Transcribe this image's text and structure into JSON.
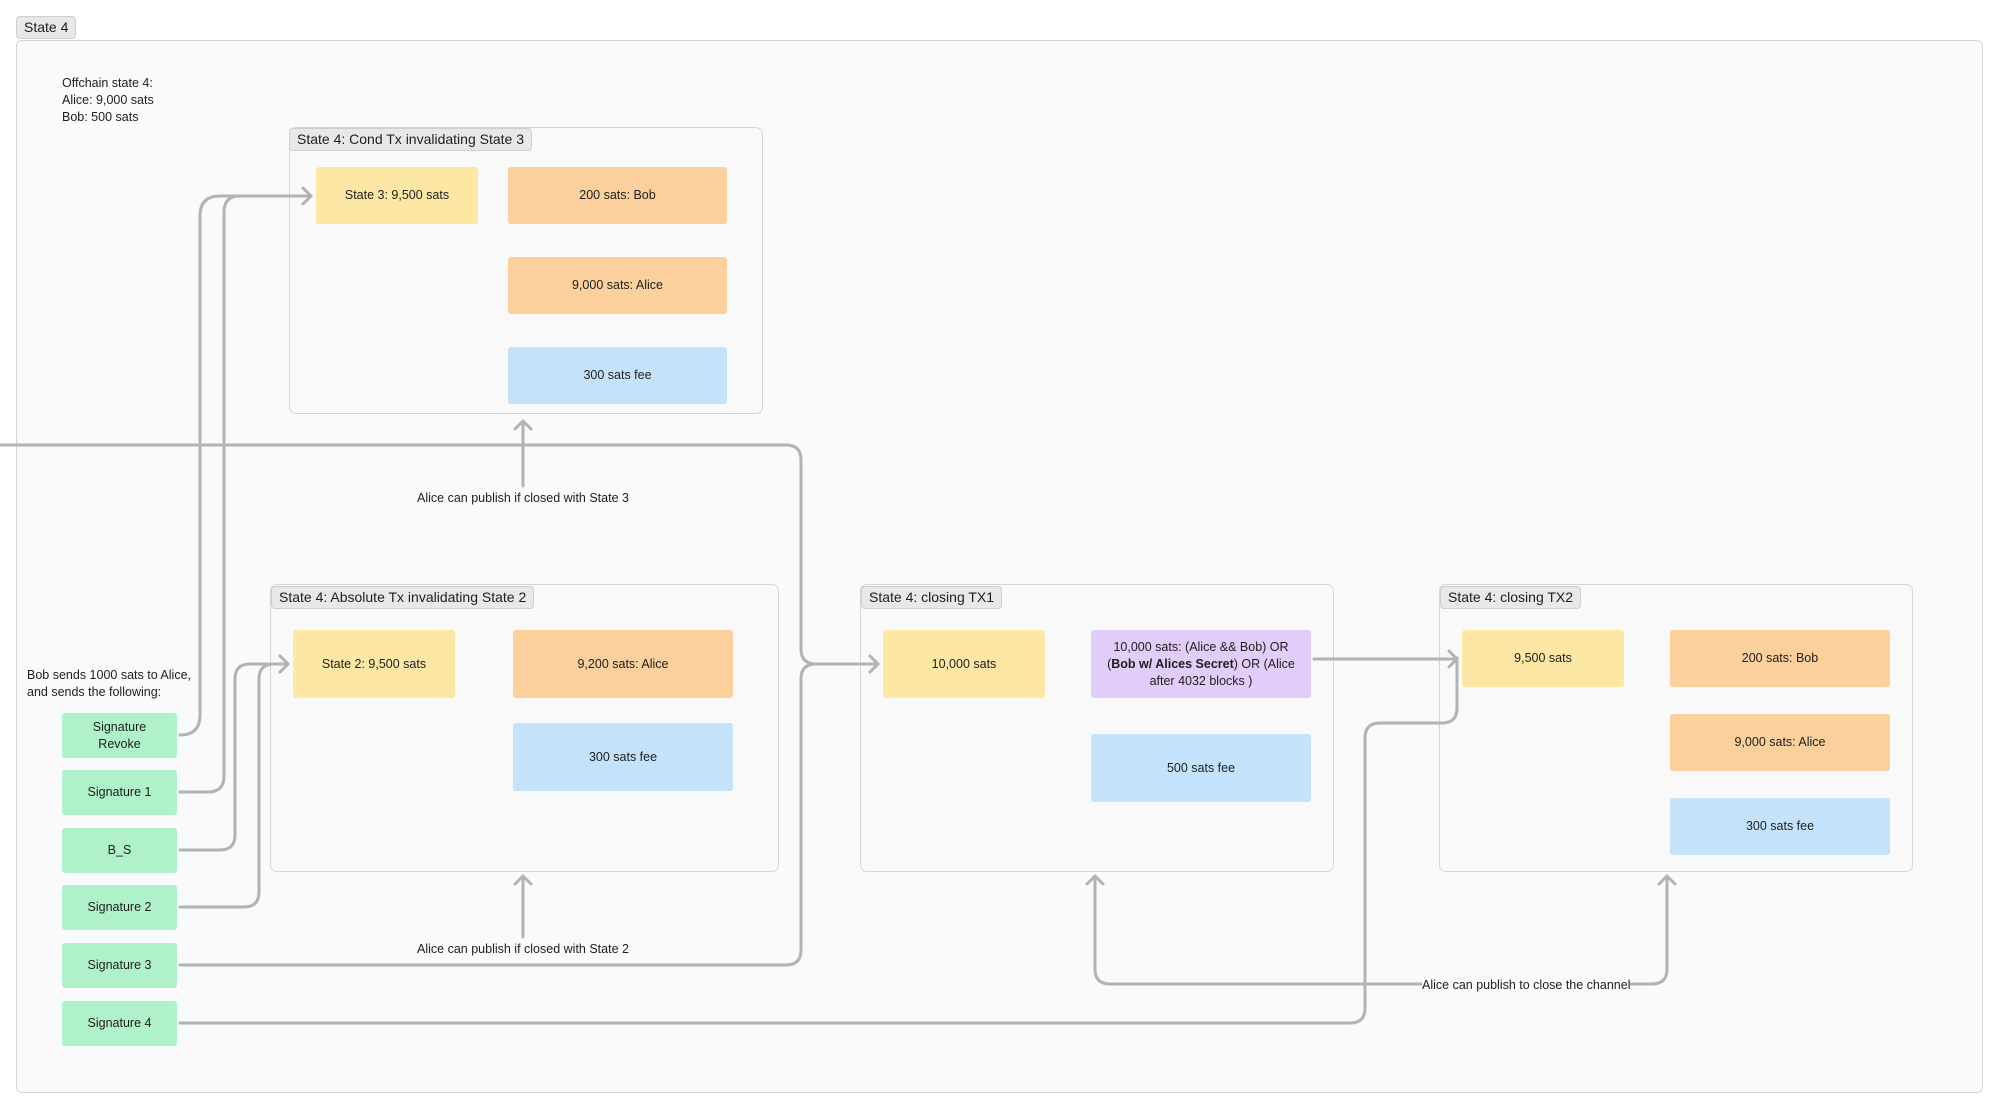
{
  "frame": {
    "title": "State 4"
  },
  "offchain_note": [
    "Offchain state 4:",
    "Alice: 9,000 sats",
    "Bob: 500 sats"
  ],
  "bob_note": [
    "Bob sends 1000 sats to Alice,",
    "and sends the following:"
  ],
  "signatures": [
    "Signature Revoke",
    "Signature 1",
    "B_S",
    "Signature 2",
    "Signature 3",
    "Signature 4"
  ],
  "cond_tx": {
    "title": "State 4: Cond Tx invalidating State 3",
    "input": "State 3: 9,500 sats",
    "outputs": [
      "200 sats: Bob",
      "9,000 sats: Alice",
      "300 sats fee"
    ]
  },
  "abs_tx": {
    "title": "State 4: Absolute Tx invalidating State 2",
    "input": "State 2: 9,500 sats",
    "outputs": [
      "9,200 sats: Alice",
      "300 sats fee"
    ]
  },
  "closing_tx1": {
    "title": "State 4: closing TX1",
    "input": "10,000 sats",
    "output_parts": [
      "10,000 sats: (Alice && Bob) OR (",
      "Bob w/ Alices Secret",
      ") OR (Alice after 4032 blocks )"
    ],
    "fee": "500 sats fee"
  },
  "closing_tx2": {
    "title": "State 4: closing TX2",
    "input": "9,500 sats",
    "outputs": [
      "200 sats: Bob",
      "9,000 sats: Alice",
      "300 sats fee"
    ]
  },
  "labels": {
    "publish_state3": "Alice can publish if closed with State 3",
    "publish_state2": "Alice can publish if closed with State 2",
    "publish_close": "Alice can publish to close the channel"
  },
  "colors": {
    "input": "#fde7a4",
    "output": "#fbd09c",
    "fee": "#c4e3fb",
    "script": "#e2cdfa",
    "signature": "#aff1c9",
    "connector": "#b3b3b3"
  }
}
